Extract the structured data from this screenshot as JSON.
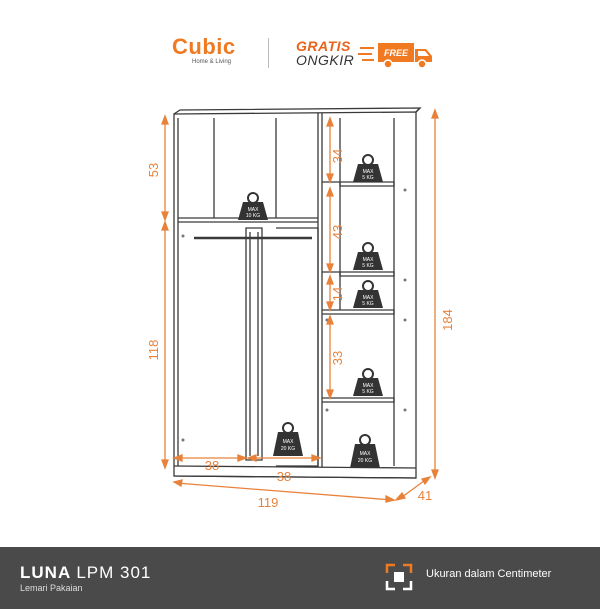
{
  "header": {
    "brand": "Cubic",
    "brand_tagline": "Home & Living",
    "promo_line1": "GRATIS",
    "promo_line2": "ONGKIR",
    "truck_label": "FREE"
  },
  "dimensions": {
    "height_total": "184",
    "top_section": "53",
    "bottom_section": "118",
    "shelf1": "34",
    "shelf2": "43",
    "shelf3": "14",
    "shelf4": "33",
    "inner_left": "38",
    "inner_right": "38",
    "width": "119",
    "depth": "41"
  },
  "load_labels": {
    "max_word": "MAX",
    "top_shelf": "10 KG",
    "side_shelf": "5 KG",
    "bottom": "20 KG"
  },
  "footer": {
    "model_name": "LUNA",
    "model_code": "LPM 301",
    "model_desc": "Lemari Pakaian",
    "unit_note": "Ukuran dalam Centimeter"
  },
  "colors": {
    "accent": "#f07a22",
    "dimension": "#e8823a",
    "line": "#3a3a3a",
    "footer_bg": "#4a4a4a"
  }
}
